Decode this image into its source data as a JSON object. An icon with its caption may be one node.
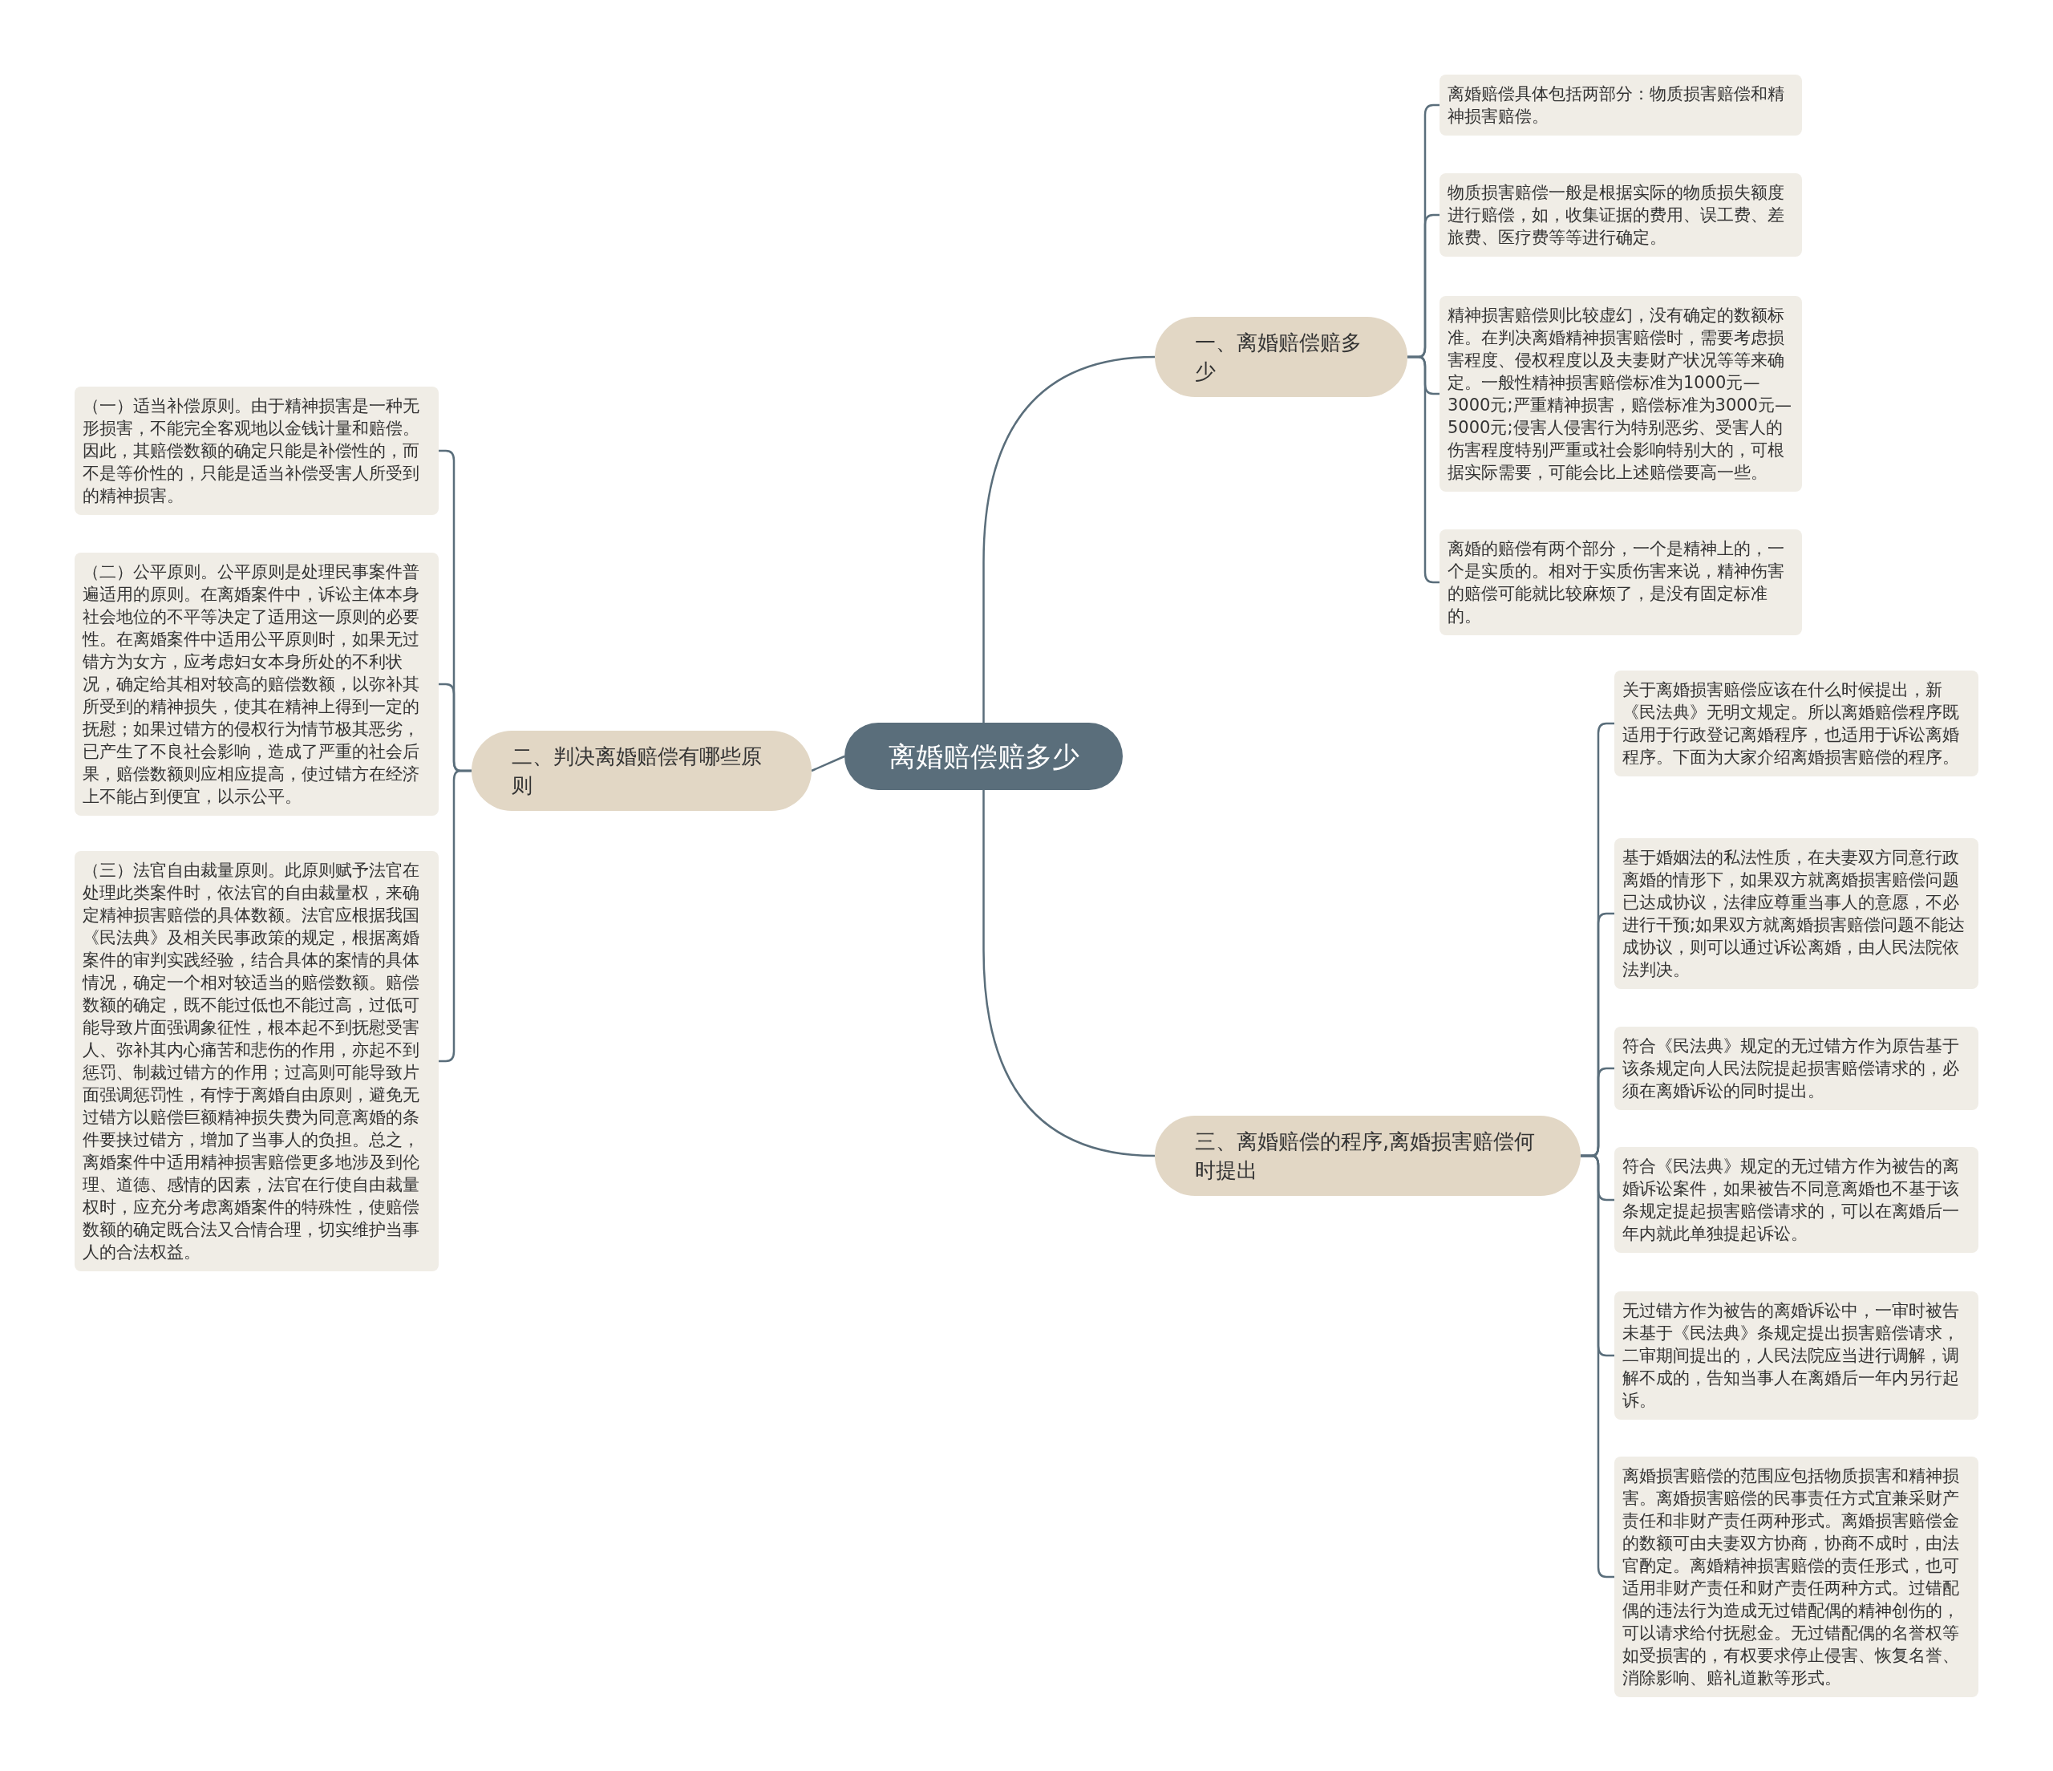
{
  "diagram": {
    "nodes": [
      {
        "text": [
          "离婚赔偿赔多少"
        ]
      },
      {
        "text": [
          "一、离婚赔偿赔多少"
        ]
      },
      {
        "text": [
          "离婚赔偿具体包括两部分：物质损害赔偿和精神损害赔偿。"
        ]
      },
      {
        "text": [
          "物质损害赔偿一般是根据实际的物质损失额度进行赔偿，如，收集证据的费用、误工费、差旅费、医疗费等等进行确定。"
        ]
      },
      {
        "text": [
          "精神损害赔偿则比较虚幻，没有确定的数额标准。在判决离婚精神损害赔偿时，需要考虑损害程度、侵权程度以及夫妻财产状况等等来确定。一般性精神损害赔偿标准为1000元—3000元;严重精神损害，赔偿标准为3000元—5000元;侵害人侵害行为特别恶劣、受害人的伤害程度特别严重或社会影响特别大的，可根据实际需要，可能会比上述赔偿要高一些。"
        ]
      },
      {
        "text": [
          "离婚的赔偿有两个部分，一个是精神上的，一个是实质的。相对于实质伤害来说，精神伤害的赔偿可能就比较麻烦了，是没有固定标准的。"
        ]
      },
      {
        "text": [
          "二、判决离婚赔偿有哪些原则"
        ]
      },
      {
        "text": [
          "（一）适当补偿原则。由于精神损害是一种无形损害，不能完全客观地以金钱计量和赔偿。因此，其赔偿数额的确定只能是补偿性的，而不是等价性的，只能是适当补偿受害人所受到的精神损害。"
        ]
      },
      {
        "text": [
          "（二）公平原则。公平原则是处理民事案件普遍适用的原则。在离婚案件中，诉讼主体本身社会地位的不平等决定了适用这一原则的必要性。在离婚案件中适用公平原则时，如果无过错方为女方，应考虑妇女本身所处的不利状况，确定给其相对较高的赔偿数额，以弥补其所受到的精神损失，使其在精神上得到一定的抚慰；如果过错方的侵权行为情节极其恶劣，已产生了不良社会影响，造成了严重的社会后果，赔偿数额则应相应提高，使过错方在经济上不能占到便宜，以示公平。"
        ]
      },
      {
        "text": [
          "（三）法官自由裁量原则。此原则赋予法官在处理此类案件时，依法官的自由裁量权，来确定精神损害赔偿的具体数额。法官应根据我国《民法典》及相关民事政策的规定，根据离婚案件的审判实践经验，结合具体的案情的具体情况，确定一个相对较适当的赔偿数额。赔偿数额的确定，既不能过低也不能过高，过低可能导致片面强调象征性，根本起不到抚慰受害人、弥补其内心痛苦和悲伤的作用，亦起不到惩罚、制裁过错方的作用；过高则可能导致片面强调惩罚性，有悖于离婚自由原则，避免无过错方以赔偿巨额精神损失费为同意离婚的条件要挟过错方，增加了当事人的负担。总之，离婚案件中适用精神损害赔偿更多地涉及到伦理、道德、感情的因素，法官在行使自由裁量权时，应充分考虑离婚案件的特殊性，使赔偿数额的确定既合法又合情合理，切实维护当事人的合法权益。"
        ]
      },
      {
        "text": [
          "三、离婚赔偿的程序,离婚损害赔偿何时提出"
        ]
      },
      {
        "text": [
          "关于离婚损害赔偿应该在什么时候提出，新《民法典》无明文规定。所以离婚赔偿程序既适用于行政登记离婚程序，也适用于诉讼离婚程序。下面为大家介绍离婚损害赔偿的程序。"
        ]
      },
      {
        "text": [
          "基于婚姻法的私法性质，在夫妻双方同意行政离婚的情形下，如果双方就离婚损害赔偿问题已达成协议，法律应尊重当事人的意愿，不必进行干预;如果双方就离婚损害赔偿问题不能达成协议，则可以通过诉讼离婚，由人民法院依法判决。"
        ]
      },
      {
        "text": [
          "符合《民法典》规定的无过错方作为原告基于该条规定向人民法院提起损害赔偿请求的，必须在离婚诉讼的同时提出。"
        ]
      },
      {
        "text": [
          "符合《民法典》规定的无过错方作为被告的离婚诉讼案件，如果被告不同意离婚也不基于该条规定提起损害赔偿请求的，可以在离婚后一年内就此单独提起诉讼。"
        ]
      },
      {
        "text": [
          "无过错方作为被告的离婚诉讼中，一审时被告未基于《民法典》条规定提出损害赔偿请求，二审期间提出的，人民法院应当进行调解，调解不成的，告知当事人在离婚后一年内另行起诉。"
        ]
      },
      {
        "text": [
          "离婚损害赔偿的范围应包括物质损害和精神损害。离婚损害赔偿的民事责任方式宜兼采财产责任和非财产责任两种形式。离婚损害赔偿金的数额可由夫妻双方协商，协商不成时，由法官酌定。离婚精神损害赔偿的责任形式，也可适用非财产责任和财产责任两种方式。过错配偶的违法行为造成无过错配偶的精神创伤的，可以请求给付抚慰金。无过错配偶的名誉权等如受损害的，有权要求停止侵害、恢复名誉、消除影响、赔礼道歉等形式。"
        ]
      }
    ],
    "edges": [
      {
        "from": 0,
        "to": 1,
        "arrow": "none"
      },
      {
        "from": 1,
        "to": 2,
        "arrow": "none"
      },
      {
        "from": 1,
        "to": 3,
        "arrow": "none"
      },
      {
        "from": 1,
        "to": 4,
        "arrow": "none"
      },
      {
        "from": 1,
        "to": 5,
        "arrow": "none"
      },
      {
        "from": 0,
        "to": 6,
        "arrow": "none"
      },
      {
        "from": 6,
        "to": 7,
        "arrow": "none"
      },
      {
        "from": 6,
        "to": 8,
        "arrow": "none"
      },
      {
        "from": 6,
        "to": 9,
        "arrow": "none"
      },
      {
        "from": 0,
        "to": 10,
        "arrow": "none"
      },
      {
        "from": 10,
        "to": 11,
        "arrow": "none"
      },
      {
        "from": 10,
        "to": 12,
        "arrow": "none"
      },
      {
        "from": 10,
        "to": 13,
        "arrow": "none"
      },
      {
        "from": 10,
        "to": 14,
        "arrow": "none"
      },
      {
        "from": 10,
        "to": 15,
        "arrow": "none"
      },
      {
        "from": 10,
        "to": 16,
        "arrow": "none"
      }
    ]
  }
}
